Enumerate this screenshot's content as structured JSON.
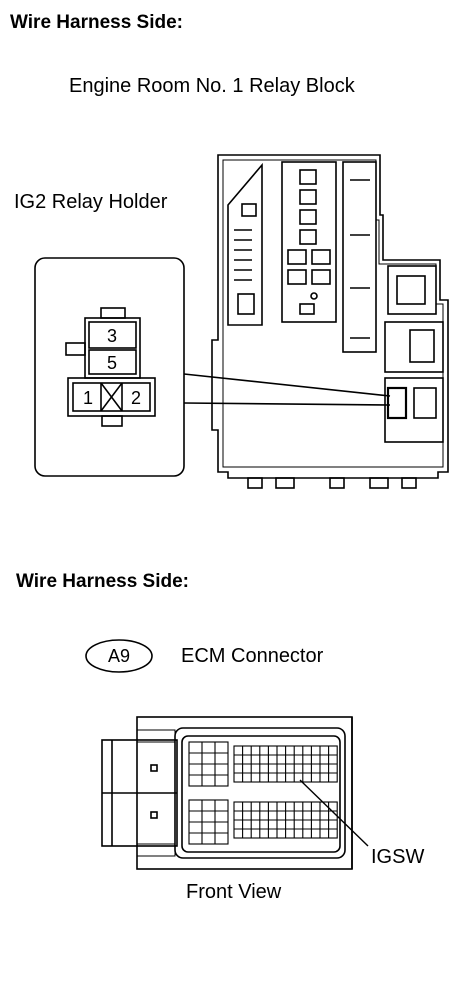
{
  "section1": {
    "heading": "Wire Harness Side:",
    "block_title": "Engine Room No. 1 Relay Block",
    "holder_label": "IG2 Relay Holder",
    "pins": [
      "3",
      "5",
      "1",
      "2"
    ]
  },
  "section2": {
    "heading": "Wire Harness Side:",
    "connector_code": "A9",
    "connector_name": "ECM Connector",
    "terminal_label": "IGSW",
    "view_label": "Front View"
  }
}
